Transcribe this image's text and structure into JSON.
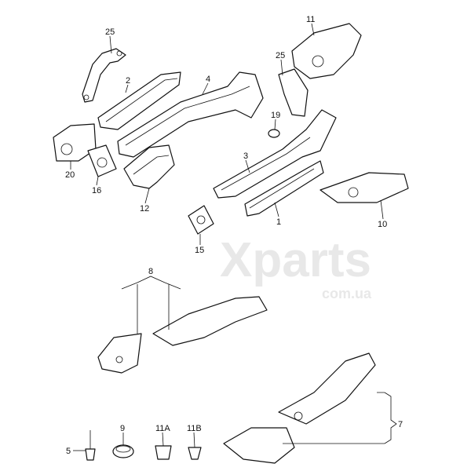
{
  "watermark": {
    "brand": "Xparts",
    "domain": "com.ua"
  },
  "callouts": [
    {
      "id": "25a",
      "label": "25"
    },
    {
      "id": "2",
      "label": "2"
    },
    {
      "id": "4",
      "label": "4"
    },
    {
      "id": "11",
      "label": "11"
    },
    {
      "id": "25b",
      "label": "25"
    },
    {
      "id": "19",
      "label": "19"
    },
    {
      "id": "3",
      "label": "3"
    },
    {
      "id": "20",
      "label": "20"
    },
    {
      "id": "16",
      "label": "16"
    },
    {
      "id": "12",
      "label": "12"
    },
    {
      "id": "1",
      "label": "1"
    },
    {
      "id": "10",
      "label": "10"
    },
    {
      "id": "15",
      "label": "15"
    },
    {
      "id": "8",
      "label": "8"
    },
    {
      "id": "7",
      "label": "7"
    },
    {
      "id": "5",
      "label": "5"
    },
    {
      "id": "9",
      "label": "9"
    },
    {
      "id": "11A",
      "label": "11A"
    },
    {
      "id": "11B",
      "label": "11B"
    }
  ]
}
